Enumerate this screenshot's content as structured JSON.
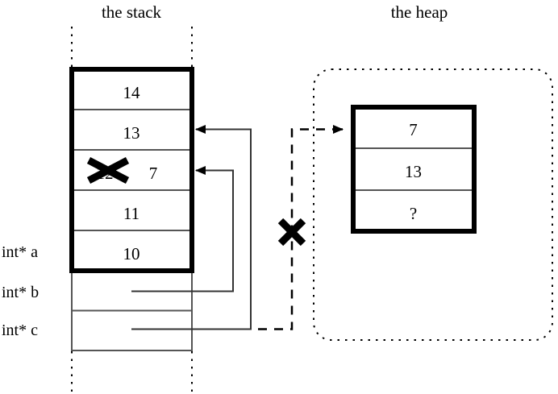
{
  "titles": {
    "stack": "the stack",
    "heap": "the heap"
  },
  "stack": {
    "cells": [
      {
        "value": "14",
        "struck": false
      },
      {
        "value": "13",
        "struck": false
      },
      {
        "value": "12",
        "struck": true,
        "new_value": "7"
      },
      {
        "value": "11",
        "struck": false
      },
      {
        "value": "10",
        "struck": false
      }
    ],
    "pointer_labels": [
      {
        "name": "int* a",
        "target": "stack-allocated-block"
      },
      {
        "name": "int* b",
        "target": "stack-cell-12-7"
      },
      {
        "name": "int* c",
        "target": "stack-cell-13"
      }
    ]
  },
  "heap": {
    "cells": [
      {
        "value": "7"
      },
      {
        "value": "13"
      },
      {
        "value": "?"
      }
    ]
  },
  "annotations": {
    "strike_marker": "x-strike-marker",
    "invalid_pointer_marker": "x-invalid-pointer-marker",
    "invalid_pointer_note": "dashed pointer from int* c to the heap block is invalidated"
  },
  "colors": {
    "ink": "#000000",
    "background": "#ffffff",
    "thin_rule": "#444444"
  }
}
